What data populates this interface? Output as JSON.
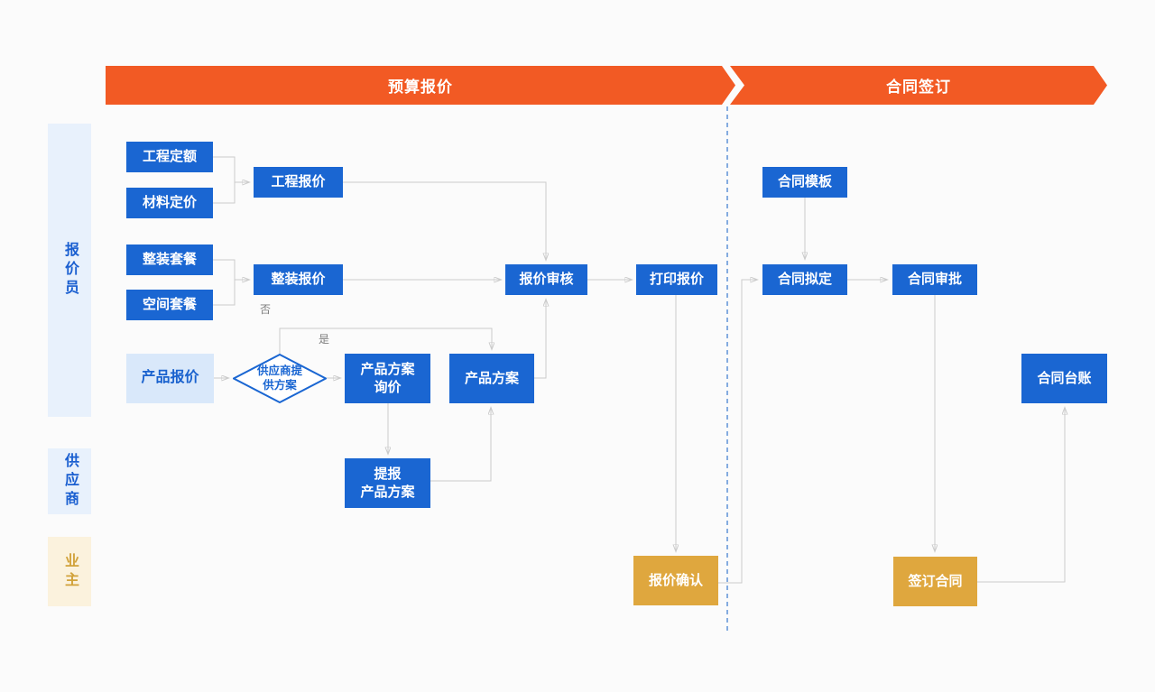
{
  "banners": {
    "budget_quote": {
      "label": "预算报价"
    },
    "contract_sign": {
      "label": "合同签订"
    }
  },
  "lanes": {
    "quoter": {
      "label": "报价员"
    },
    "supplier": {
      "label": "供应商"
    },
    "owner": {
      "label": "业主"
    }
  },
  "nodes": {
    "project_quota": {
      "label": "工程定额"
    },
    "material_pricing": {
      "label": "材料定价"
    },
    "project_quote": {
      "label": "工程报价"
    },
    "full_package": {
      "label": "整装套餐"
    },
    "space_package": {
      "label": "空间套餐"
    },
    "full_package_quote": {
      "label": "整装报价"
    },
    "quote_review": {
      "label": "报价审核"
    },
    "print_quote": {
      "label": "打印报价"
    },
    "product_quote": {
      "label": "产品报价"
    },
    "supplier_provides_plan": {
      "label": "供应商提\n供方案"
    },
    "product_plan_inquiry": {
      "label": "产品方案\n询价"
    },
    "product_plan": {
      "label": "产品方案"
    },
    "submit_product_plan": {
      "label": "提报\n产品方案"
    },
    "quote_confirm": {
      "label": "报价确认"
    },
    "contract_template": {
      "label": "合同模板"
    },
    "contract_draft": {
      "label": "合同拟定"
    },
    "contract_approval": {
      "label": "合同审批"
    },
    "contract_ledger": {
      "label": "合同台账"
    },
    "sign_contract": {
      "label": "签订合同"
    }
  },
  "edge_labels": {
    "yes": "是",
    "no": "否"
  },
  "flow": [
    {
      "from": "工程定额",
      "to": "工程报价"
    },
    {
      "from": "材料定价",
      "to": "工程报价"
    },
    {
      "from": "工程报价",
      "to": "报价审核"
    },
    {
      "from": "整装套餐",
      "to": "整装报价"
    },
    {
      "from": "空间套餐",
      "to": "整装报价"
    },
    {
      "from": "整装报价",
      "to": "报价审核"
    },
    {
      "from": "产品报价",
      "to": "供应商提供方案"
    },
    {
      "from": "供应商提供方案",
      "to": "产品方案询价",
      "label": "否"
    },
    {
      "from": "供应商提供方案",
      "to": "产品方案",
      "label": "是"
    },
    {
      "from": "产品方案询价",
      "to": "提报产品方案"
    },
    {
      "from": "提报产品方案",
      "to": "产品方案"
    },
    {
      "from": "产品方案",
      "to": "报价审核"
    },
    {
      "from": "报价审核",
      "to": "打印报价"
    },
    {
      "from": "打印报价",
      "to": "报价确认"
    },
    {
      "from": "报价确认",
      "to": "合同拟定"
    },
    {
      "from": "合同模板",
      "to": "合同拟定"
    },
    {
      "from": "合同拟定",
      "to": "合同审批"
    },
    {
      "from": "合同审批",
      "to": "签订合同"
    },
    {
      "from": "签订合同",
      "to": "合同台账"
    }
  ],
  "colors": {
    "banner": "#F25A24",
    "node_blue": "#1A66D2",
    "node_gold": "#DFA73E",
    "node_light_bg": "#D9E8FA",
    "lane_blue_bg": "#E8F1FC",
    "lane_gold_bg": "#FBF2DD",
    "lane_blue_text": "#1A5FD0",
    "lane_gold_text": "#D1A23A",
    "connector": "#CBCBCB",
    "divider": "#85ACE0"
  }
}
